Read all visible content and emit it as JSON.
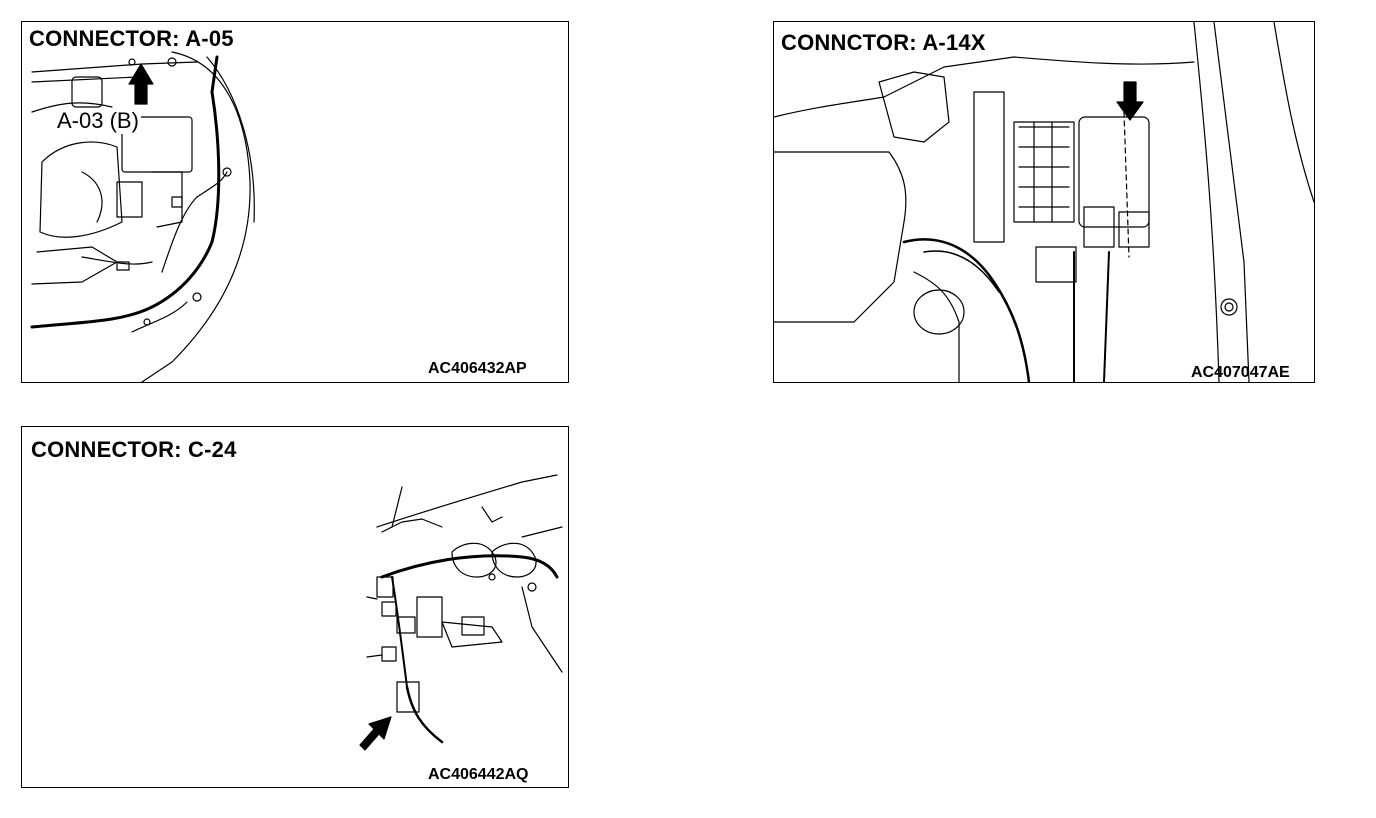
{
  "panels": [
    {
      "id": "a05",
      "title": "CONNECTOR: A-05",
      "callout": "A-03 (B)",
      "code": "AC406432AP",
      "arrow": "up"
    },
    {
      "id": "a14x",
      "title": "CONNCTOR: A-14X",
      "code": "AC407047AE",
      "arrow": "down"
    },
    {
      "id": "c24",
      "title": "CONNECTOR: C-24",
      "code": "AC406442AQ",
      "arrow": "up-right"
    }
  ],
  "colors": {
    "line": "#000000",
    "background": "#ffffff"
  }
}
